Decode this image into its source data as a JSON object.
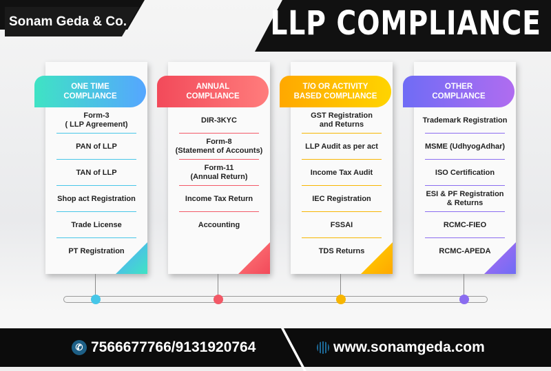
{
  "header": {
    "brand": "Sonam Geda & Co.",
    "title": "LLP COMPLIANCE"
  },
  "columns": [
    {
      "title1": "ONE TIME",
      "title2": "COMPLIANCE",
      "color": "#46c6e8",
      "items": [
        "Form-3\n( LLP Agreement)",
        "PAN of LLP",
        "TAN of LLP",
        "Shop act Registration",
        "Trade License",
        "PT Registration"
      ]
    },
    {
      "title1": "ANNUAL",
      "title2": "COMPLIANCE",
      "color": "#f25866",
      "items": [
        "DIR-3KYC",
        "Form-8\n(Statement of Accounts)",
        "Form-11\n(Annual Return)",
        "Income Tax Return",
        "Accounting"
      ]
    },
    {
      "title1": "T/O OR ACTIVITY",
      "title2": "BASED COMPLIANCE",
      "color": "#f7b500",
      "items": [
        "GST Registration\nand Returns",
        "LLP Audit as per act",
        "Income Tax Audit",
        "IEC Registration",
        "FSSAI",
        "TDS Returns"
      ]
    },
    {
      "title1": "OTHER",
      "title2": "COMPLIANCE",
      "color": "#8a6cf0",
      "items": [
        "Trademark Registration",
        "MSME (UdhyogAdhar)",
        "ISO Certification",
        "ESI & PF Registration\n& Returns",
        "RCMC-FIEO",
        "RCMC-APEDA"
      ]
    }
  ],
  "footer": {
    "phone": "7566677766/9131920764",
    "website": "www.sonamgeda.com"
  }
}
